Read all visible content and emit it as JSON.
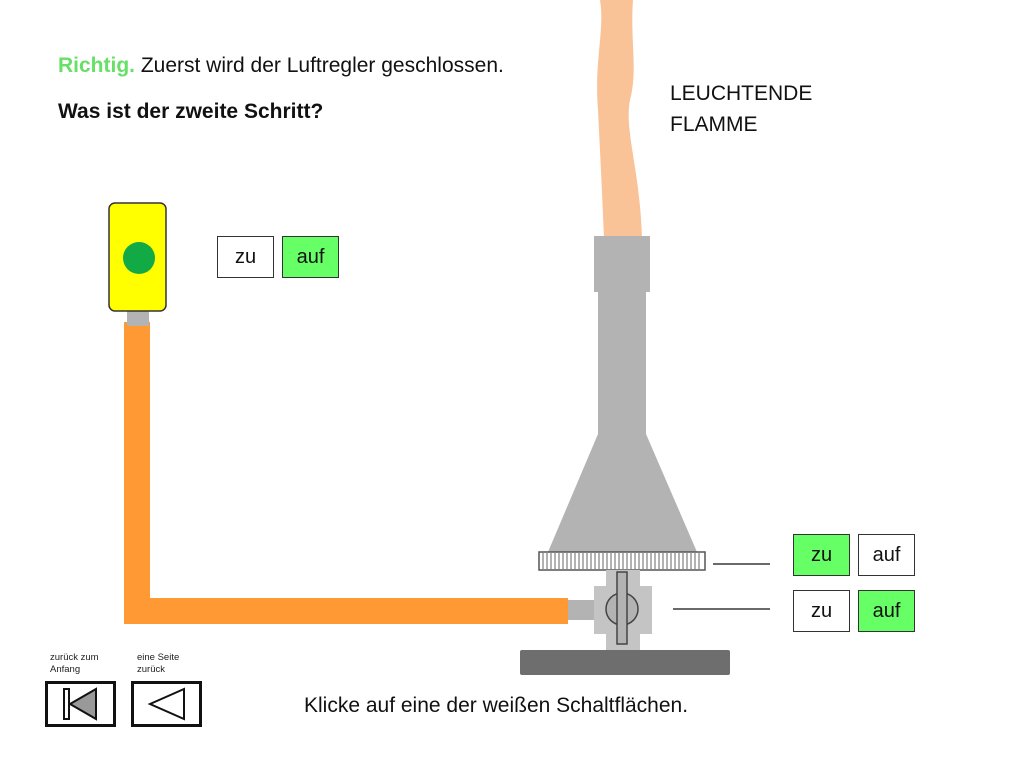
{
  "feedback": {
    "status": "Richtig.",
    "message": " Zuerst wird der Luftregler geschlossen."
  },
  "question": "Was ist der zweite Schritt?",
  "flame_label": {
    "line1": "LEUCHTENDE",
    "line2": "FLAMME"
  },
  "instruction": "Klicke auf eine der weißen Schaltflächen.",
  "valve_controls": {
    "close_label": "zu",
    "open_label": "auf",
    "state": "auf"
  },
  "air_regulator": {
    "close_label": "zu",
    "open_label": "auf",
    "state": "zu"
  },
  "gas_regulator": {
    "close_label": "zu",
    "open_label": "auf",
    "state": "auf"
  },
  "nav": {
    "start_label_1": "zurück zum",
    "start_label_2": "Anfang",
    "back_label_1": "eine Seite",
    "back_label_2": "zurück",
    "start_icon": "skip-to-start-icon",
    "back_icon": "triangle-left-icon"
  },
  "colors": {
    "flame": "#f9c297",
    "tube": "#ff9933",
    "valve_body": "#ffff00",
    "indicator": "#11aa44",
    "burner": "#b3b3b3",
    "base": "#6e6e6e",
    "active": "#66ff66"
  }
}
